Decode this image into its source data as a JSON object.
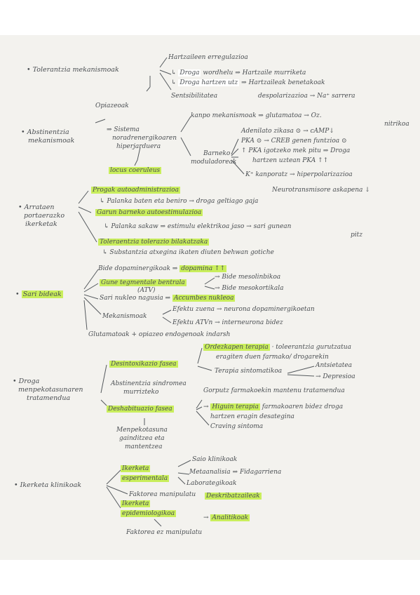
{
  "colors": {
    "paper": "#f3f2ee",
    "ink": "#4a4e52",
    "highlight": "#c9ee5c"
  },
  "sections": {
    "toleran": {
      "title": "Tolerantzia mekanismoak",
      "n1": "Hartzaileen erregulazioa",
      "n2": "Droga",
      "n2b": "wordhelu",
      "n2c": "Hartzaile murriketa",
      "n3": "Droga hartzen utz",
      "n3c": "Hartzaileak benetakoak",
      "n4": "Sentsibilitatea",
      "n4b": "despolarizazioa",
      "n4c": "Na⁺ sarrera",
      "opi": "Opiazeoak"
    },
    "abst": {
      "title1": "Abstinentzia",
      "title2": "mekanismoak",
      "sis1": "Sistema",
      "sis2": "noradrenergikoaren",
      "sis3": "hiperjarduera",
      "locus": "locus coeruleus",
      "k1": "kanpo mekanismoak",
      "k1b": "glutamatoa",
      "k1c": "Oz.",
      "k1d": "nitrikoa",
      "b1": "Barneko",
      "b2": "moduladoreak",
      "a1": "Adenilato zikasa ⊙",
      "a1b": "cAMP↓",
      "a2": "PKA ⊙",
      "a2b": "CREB genen funtzioa ⊙",
      "a3": "↑ PKA igotzeko mek",
      "a3b": "pitu",
      "a3c": "Droga",
      "a4": "hartzen uztean PKA ↑↑",
      "a5": "K⁺ kanporatz",
      "a5b": "hiperpolarizazioa",
      "a6": "Neurotransmisore askapena ↓"
    },
    "arra": {
      "title1": "Arrataen",
      "title2": "portaerazko",
      "title3": "ikerketak",
      "p1": "Progak autoadministrazioa",
      "p1b": "Palanka baten eta beniro",
      "p1c": "droga geltiago gaja",
      "p2": "Garun barneko autoestimulazioa",
      "p3": "Palanka sakaw",
      "p3b": "estimulu elektrikoa jaso",
      "p3c": "sari gunean",
      "p3d": "pitz",
      "p4": "Toleraentzia tolerazio bilakatzaka",
      "p4b": "Substantzia atxegina ikaten diuten behwan gotiche"
    },
    "sari": {
      "title": "Sari bideak",
      "s1": "Bide dopaminergikoak",
      "s1b": "dopamina ↑↑",
      "s2": "Gune tegmentale bentrala",
      "s2b": "(ATV)",
      "s2c": "Bide mesolinbikoa",
      "s2d": "Bide mesokortikala",
      "s3": "Sari nukleo nagusia",
      "s3b": "Accumbes nukleoa",
      "m1": "Mekanismoak",
      "m2": "Efektu zuena",
      "m2b": "neurona dopaminergikoetan",
      "m3": "Efektu ATVn",
      "m3b": "interneurona bidez",
      "g1": "Glutamatoak + opiazeo endogenoak indarsh"
    },
    "drog": {
      "title1": "Droga",
      "title2": "menpekotasunaren",
      "title3": "tratamendua",
      "d1": "Desintoxikazio fasea",
      "d1b": "Ordezkapen terapia",
      "d1c": "toleerantzia gurutzatua",
      "d1d": "eragiten duen farmako/ drogarekin",
      "d1e": "Terapia sintomatikoa",
      "d1f": "Antsietatea",
      "d1g": "Depresioa",
      "d2": "Abstinentzia sindromea",
      "d2b": "murrizteko",
      "e1": "Deshabituazio fasea",
      "e1a": "Gorputz farmakoekin mantenu tratamendua",
      "e1b": "Higuin terapia",
      "e1c": "farmakoaren bidez droga",
      "e1d": "hartzen eragin desategina",
      "e1e": "Craving sintoma",
      "m1": "Menpekotasuna",
      "m2": "gainditzea eta",
      "m3": "mantentzea"
    },
    "ikerk": {
      "title": "Ikerketa klinikoak",
      "i1": "Ikerketa",
      "i1b": "esperimentala",
      "c1": "Saio klinikoak",
      "c2": "Metaanalisia",
      "c2b": "Fidagarriena",
      "c3": "Laborategikoak",
      "c4": "Faktorea manipulatu",
      "i2": "Ikerketa",
      "i2b": "epidemiologikoa",
      "c5": "Deskribatzaileak",
      "c6": "Analitikoak",
      "c7": "Faktorea ez manipulatu"
    }
  }
}
